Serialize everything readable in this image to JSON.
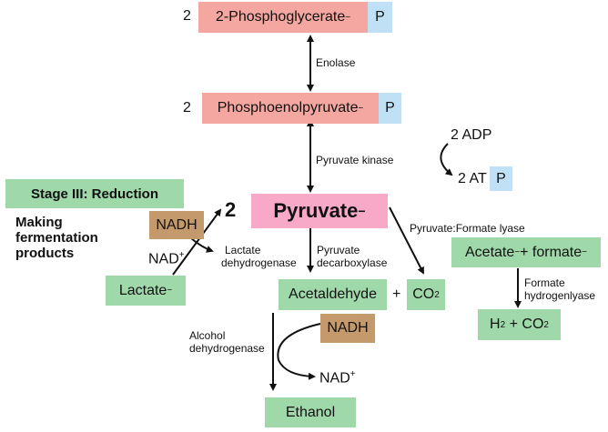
{
  "stage": {
    "title": "Stage III: Reduction",
    "subtitle": [
      "Making",
      "fermentation",
      "products"
    ]
  },
  "metabolites": {
    "pg_coef": "2",
    "pg": "2-Phosphoglycerate",
    "pg_charge": "−",
    "pg_p": "P",
    "pep_coef": "2",
    "pep": "Phosphoenolpyruvate",
    "pep_charge": "−",
    "pep_p": "P",
    "pyr_coef": "2",
    "pyr": "Pyruvate",
    "pyr_charge": "−",
    "lactate": "Lactate",
    "lactate_charge": "−",
    "acetaldehyde": "Acetaldehyde",
    "plus": "+",
    "co2": "CO",
    "co2_sub": "2",
    "ethanol": "Ethanol",
    "acetate": "Acetate",
    "acetate_charge": "−",
    "acetate_plus": "+ formate",
    "formate_charge": "−",
    "h2": "H",
    "h2_sub": "2",
    "h2_plus": " + CO",
    "h2_co2_sub": "2"
  },
  "enzymes": {
    "enolase": "Enolase",
    "pyruvate_kinase": "Pyruvate kinase",
    "ldh": [
      "Lactate",
      "dehydrogenase"
    ],
    "pdc": [
      "Pyruvate",
      "decarboxylase"
    ],
    "pfl": "Pyruvate:Formate lyase",
    "adh": [
      "Alcohol",
      "dehydrogenase"
    ],
    "fhl": [
      "Formate",
      "hydrogenlyase"
    ]
  },
  "cofactors": {
    "adp": "2 ADP",
    "atp": "2 AT",
    "atp_p": "P",
    "nadh1": "NADH",
    "nad1": "NAD",
    "nad1_sup": "+",
    "nadh2": "NADH",
    "nad2": "NAD",
    "nad2_sup": "+"
  },
  "colors": {
    "red": "#f4a7a0",
    "blue": "#bfe0f5",
    "green": "#9fd9aa",
    "pink": "#f7a9c7",
    "brown": "#c49a6c"
  }
}
